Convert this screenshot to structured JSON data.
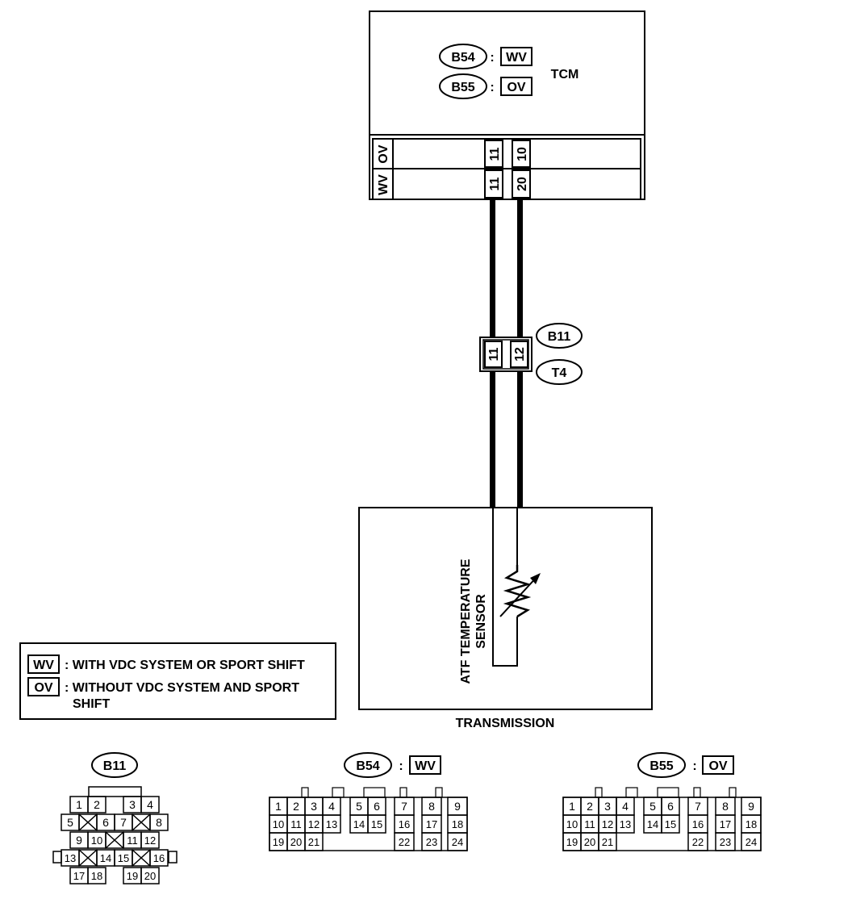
{
  "tcm": {
    "title": "TCM",
    "connector_wv": "B54",
    "connector_ov": "B55",
    "tag_wv": "WV",
    "tag_ov": "OV",
    "row_ov": {
      "tag": "OV",
      "pin_a": "11",
      "pin_b": "10"
    },
    "row_wv": {
      "tag": "WV",
      "pin_a": "11",
      "pin_b": "20"
    }
  },
  "joint": {
    "name_top": "B11",
    "name_bottom": "T4",
    "pin_a": "11",
    "pin_b": "12"
  },
  "transmission": {
    "title": "TRANSMISSION",
    "sensor_line1": "ATF TEMPERATURE",
    "sensor_line2": "SENSOR"
  },
  "legend": {
    "wv_tag": "WV",
    "wv_text": ": WITH VDC SYSTEM OR SPORT SHIFT",
    "ov_tag": "OV",
    "ov_text_line1": ": WITHOUT VDC SYSTEM AND SPORT",
    "ov_text_line2": "SHIFT"
  },
  "connector_views": {
    "b11": {
      "name": "B11",
      "rows": [
        [
          "1",
          "2",
          "",
          "3",
          "4"
        ],
        [
          "5",
          "X",
          "6",
          "7",
          "X",
          "8"
        ],
        [
          "9",
          "10",
          "X",
          "11",
          "12"
        ],
        [
          "13",
          "X",
          "14",
          "15",
          "X",
          "16"
        ],
        [
          "17",
          "18",
          "",
          "19",
          "20"
        ]
      ]
    },
    "b54": {
      "name": "B54",
      "colon": ":",
      "tag": "WV",
      "row1": [
        "1",
        "2",
        "3",
        "4",
        "5",
        "6",
        "7",
        "8",
        "9"
      ],
      "row2": [
        "10",
        "11",
        "12",
        "13",
        "14",
        "15",
        "16",
        "17",
        "18"
      ],
      "row3": [
        "19",
        "20",
        "21",
        "22",
        "23",
        "24"
      ]
    },
    "b55": {
      "name": "B55",
      "colon": ":",
      "tag": "OV",
      "row1": [
        "1",
        "2",
        "3",
        "4",
        "5",
        "6",
        "7",
        "8",
        "9"
      ],
      "row2": [
        "10",
        "11",
        "12",
        "13",
        "14",
        "15",
        "16",
        "17",
        "18"
      ],
      "row3": [
        "19",
        "20",
        "21",
        "22",
        "23",
        "24"
      ]
    }
  }
}
